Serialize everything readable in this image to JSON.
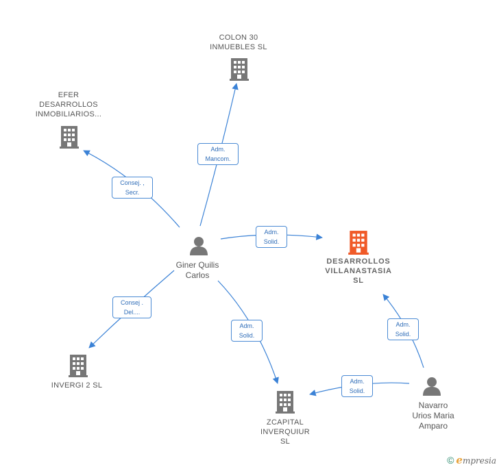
{
  "nodes": {
    "colon": {
      "lines": [
        "COLON 30",
        "INMUEBLES SL"
      ],
      "icon": "building-icon"
    },
    "efer": {
      "lines": [
        "EFER",
        "DESARROLLOS",
        "INMOBILIARIOS..."
      ],
      "icon": "building-icon"
    },
    "desarrollos": {
      "lines": [
        "DESARROLLOS",
        "VILLANASTASIA",
        "SL"
      ],
      "icon": "building-icon"
    },
    "invergi": {
      "lines": [
        "INVERGI 2 SL"
      ],
      "icon": "building-icon"
    },
    "zcapital": {
      "lines": [
        "ZCAPITAL",
        "INVERQUIUR",
        "SL"
      ],
      "icon": "building-icon"
    },
    "giner": {
      "lines": [
        "Giner Quilis",
        "Carlos"
      ],
      "icon": "person-icon"
    },
    "navarro": {
      "lines": [
        "Navarro",
        "Urios Maria",
        "Amparo"
      ],
      "icon": "person-icon"
    }
  },
  "edges": {
    "giner_colon": [
      "Adm.",
      "Mancom."
    ],
    "giner_efer": [
      "Consej. ,",
      "Secr."
    ],
    "giner_desarrollos": [
      "Adm.",
      "Solid."
    ],
    "giner_invergi": [
      "Consej .",
      "Del...."
    ],
    "giner_zcapital": [
      "Adm.",
      "Solid."
    ],
    "navarro_desarrollos": [
      "Adm.",
      "Solid."
    ],
    "navarro_zcapital": [
      "Adm.",
      "Solid."
    ]
  },
  "colors": {
    "edge": "#3b82d6",
    "building": "#777777",
    "building_highlight": "#f05a28",
    "person": "#777777"
  },
  "footer": {
    "copyright": "©",
    "brand_initial": "e",
    "brand_rest": "mpresia"
  }
}
